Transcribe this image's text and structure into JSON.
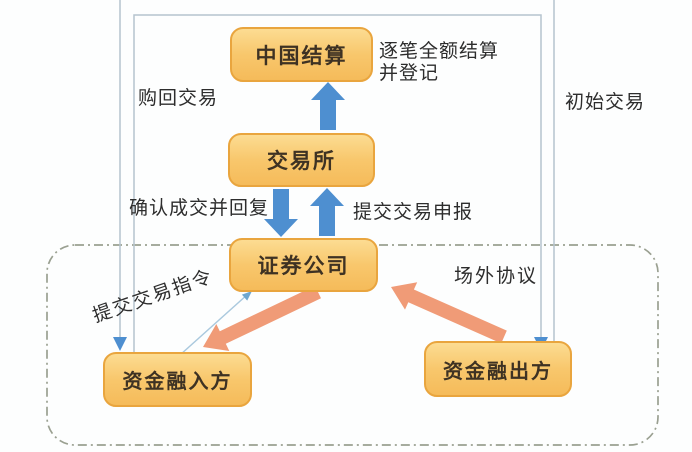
{
  "diagram": {
    "title_hint": "securities-repo-trading-flow",
    "nodes": {
      "clearing": {
        "label": "中国结算"
      },
      "exchange": {
        "label": "交易所"
      },
      "broker": {
        "label": "证券公司"
      },
      "borrower": {
        "label": "资金融入方"
      },
      "lender": {
        "label": "资金融出方"
      }
    },
    "edge_labels": {
      "repurchase": "购回交易",
      "initial": "初始交易",
      "settle_register": "逐笔全额结算\n并登记",
      "confirm_reply": "确认成交并回复",
      "submit_declaration": "提交交易申报",
      "submit_order": "提交交易指令",
      "otc_agreement": "场外协议"
    },
    "colors": {
      "node_fill": "#f8c76c",
      "node_border": "#e9a53e",
      "node_text": "#3e3223",
      "blue_arrow": "#4e8fd0",
      "orange_arrow": "#f09b77",
      "connector_line": "#b5c4ce",
      "thin_blue_line": "#aac9de",
      "dashed_border": "#9aa091",
      "background": "#fdfefe"
    }
  }
}
